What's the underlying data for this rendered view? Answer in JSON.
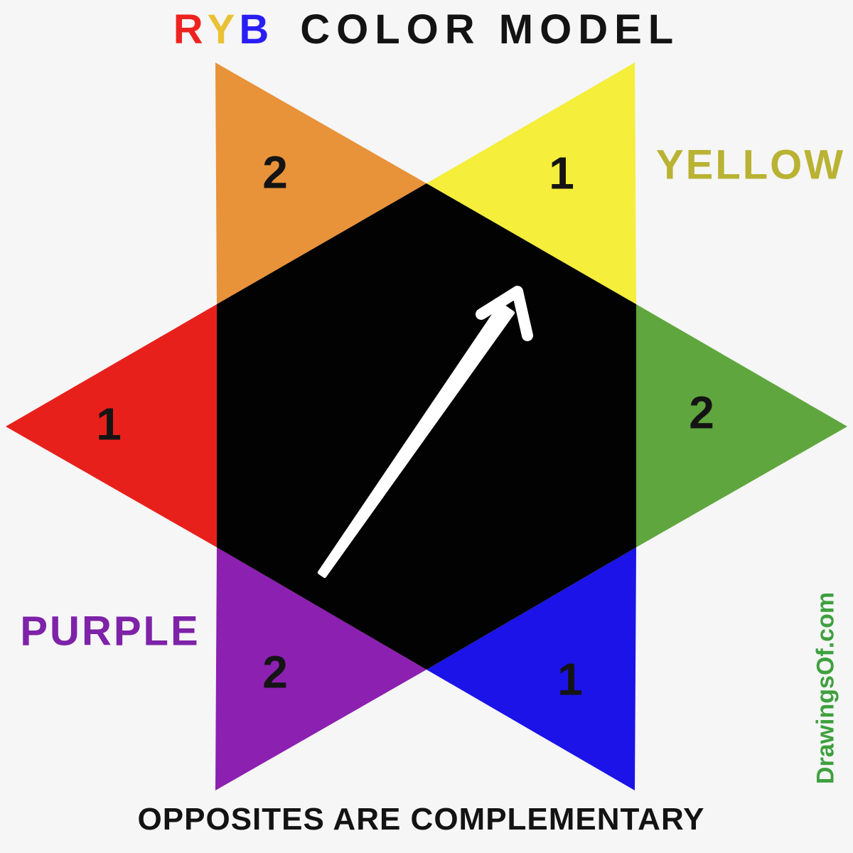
{
  "background": "#f5f6f5",
  "title": {
    "letters": [
      {
        "char": "R",
        "color": "#ee2320"
      },
      {
        "char": "Y",
        "color": "#e9c135"
      },
      {
        "char": "B",
        "color": "#2a1ef5"
      }
    ],
    "rest": "COLOR MODEL",
    "rest_color": "#131313"
  },
  "star": {
    "hexagon_color": "#020202",
    "arrow_color": "#ffffff",
    "ink_color": "#141414",
    "points": [
      {
        "name": "orange",
        "number": "2",
        "color": "#e8923a"
      },
      {
        "name": "yellow",
        "number": "1",
        "color": "#f5ee3a"
      },
      {
        "name": "red",
        "number": "1",
        "color": "#e8201c"
      },
      {
        "name": "green",
        "number": "2",
        "color": "#5fa63e"
      },
      {
        "name": "purple",
        "number": "2",
        "color": "#8c20b0"
      },
      {
        "name": "blue",
        "number": "1",
        "color": "#1b13e8"
      }
    ]
  },
  "labels": {
    "yellow": {
      "text": "YELLOW",
      "color": "#b9b233"
    },
    "purple": {
      "text": "PURPLE",
      "color": "#7e22a8"
    }
  },
  "caption": {
    "text": "OPPOSITES ARE COMPLEMENTARY",
    "color": "#131313"
  },
  "watermark": {
    "text": "DrawingsOf.com",
    "color": "#3ea03e"
  }
}
